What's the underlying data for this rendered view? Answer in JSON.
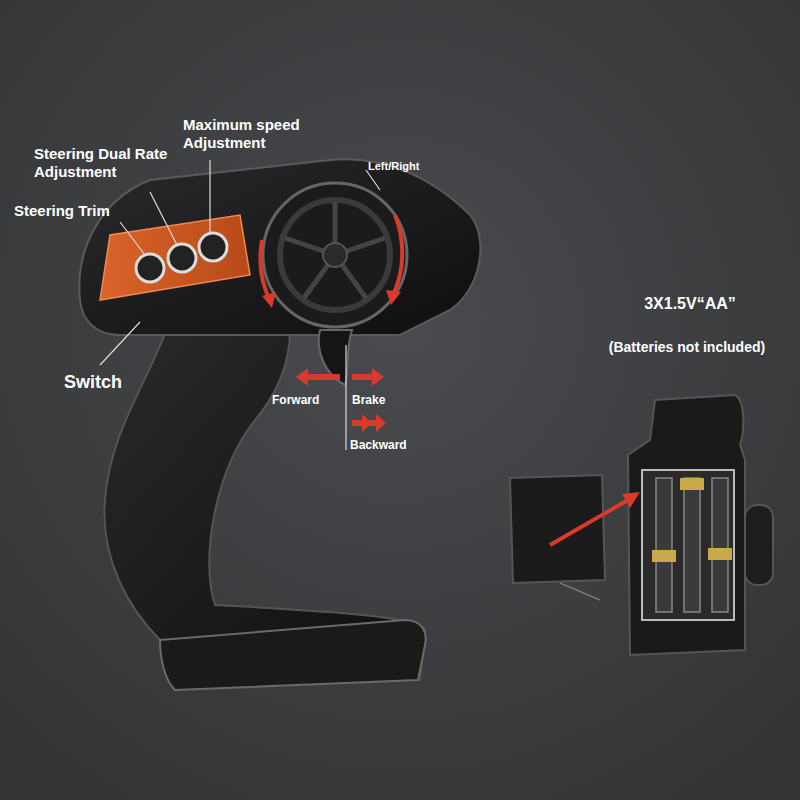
{
  "diagram": {
    "labels": [
      "Maximum speed Adjustment",
      "Steering Dual Rate Adjustment",
      "Steering Trim",
      "Switch",
      "Left/Right",
      "Forward",
      "Brake",
      "Backward",
      "3X1.5V“AA”",
      "(Batteries not included)"
    ]
  }
}
